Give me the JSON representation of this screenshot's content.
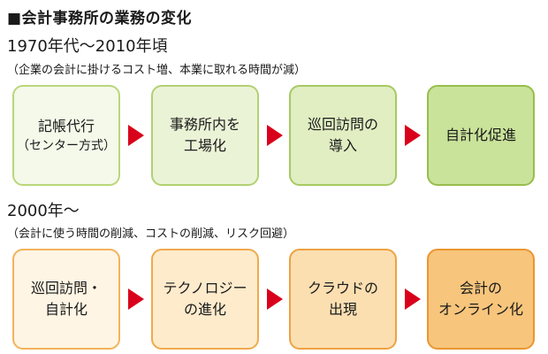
{
  "title": "■会計事務所の業務の変化",
  "era1": {
    "heading": "1970年代〜2010年頃",
    "note": "（企業の会計に掛けるコスト増、本業に取れる時間が減）",
    "steps": [
      {
        "line1": "記帳代行",
        "line2": "（センター方式）"
      },
      {
        "line1": "事務所内を",
        "line2": "工場化"
      },
      {
        "line1": "巡回訪問の",
        "line2": "導入"
      },
      {
        "line1": "自計化促進",
        "line2": ""
      }
    ]
  },
  "era2": {
    "heading": "2000年〜",
    "note": "（会計に使う時間の削減、コストの削減、リスク回避）",
    "steps": [
      {
        "line1": "巡回訪問・",
        "line2": "自計化"
      },
      {
        "line1": "テクノロジー",
        "line2": "の進化"
      },
      {
        "line1": "クラウドの",
        "line2": "出現"
      },
      {
        "line1": "会計の",
        "line2": "オンライン化"
      }
    ]
  },
  "colors": {
    "arrow": "#d9001b",
    "green_steps": [
      "#f4f9ea",
      "#ebf3d6",
      "#e0eec2",
      "#c9e39a"
    ],
    "orange_steps": [
      "#fff5e4",
      "#fdebcc",
      "#fbdfb1",
      "#f7c57c"
    ]
  }
}
